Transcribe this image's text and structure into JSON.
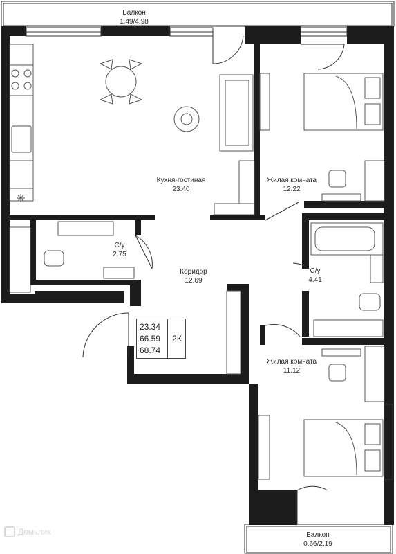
{
  "rooms": {
    "balcony_top": {
      "name": "Балкон",
      "area": "1.49/4.98"
    },
    "kitchen_living": {
      "name": "Кухня-гостиная",
      "area": "23.40"
    },
    "bedroom1": {
      "name": "Жилая комната",
      "area": "12.22"
    },
    "bathroom1": {
      "name": "С/у",
      "area": "2.75"
    },
    "corridor": {
      "name": "Коридор",
      "area": "12.69"
    },
    "bathroom2": {
      "name": "С/у",
      "area": "4.41"
    },
    "bedroom2": {
      "name": "Жилая комната",
      "area": "11.12"
    },
    "balcony_bottom": {
      "name": "Балкон",
      "area": "0.66/2.19"
    }
  },
  "summary": {
    "living_area": "23.34",
    "total_area": "66.59",
    "total_with_balcony": "68.74",
    "type": "2К"
  },
  "watermark": "Домклик",
  "colors": {
    "wall": "#1c1c1c",
    "furniture": "#555555"
  }
}
